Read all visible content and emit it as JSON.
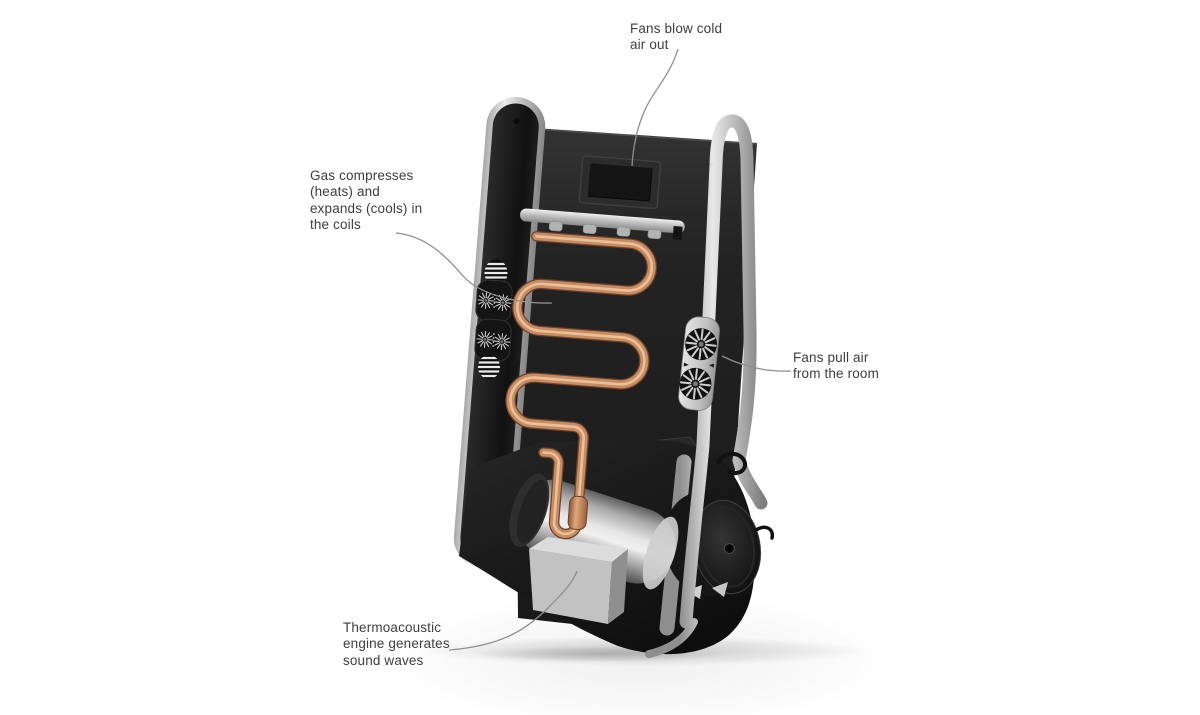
{
  "annotations": {
    "fans_blow_cold": {
      "text": "Fans blow cold\nair out"
    },
    "gas_in_coils": {
      "text": "Gas compresses\n(heats) and\nexpands (cools) in\nthe coils"
    },
    "fans_pull_air": {
      "text": "Fans pull air\nfrom the room"
    },
    "thermoacoustic_engine": {
      "text": "Thermoacoustic\nengine generates\nsound waves"
    }
  },
  "colors": {
    "label_text": "#3e3e3e",
    "leader_line": "#8f8f8f",
    "copper_coil": "#c68d64",
    "frame_silver": "#c6c6c6",
    "body_black": "#1e1e1e",
    "background": "#ffffff"
  }
}
